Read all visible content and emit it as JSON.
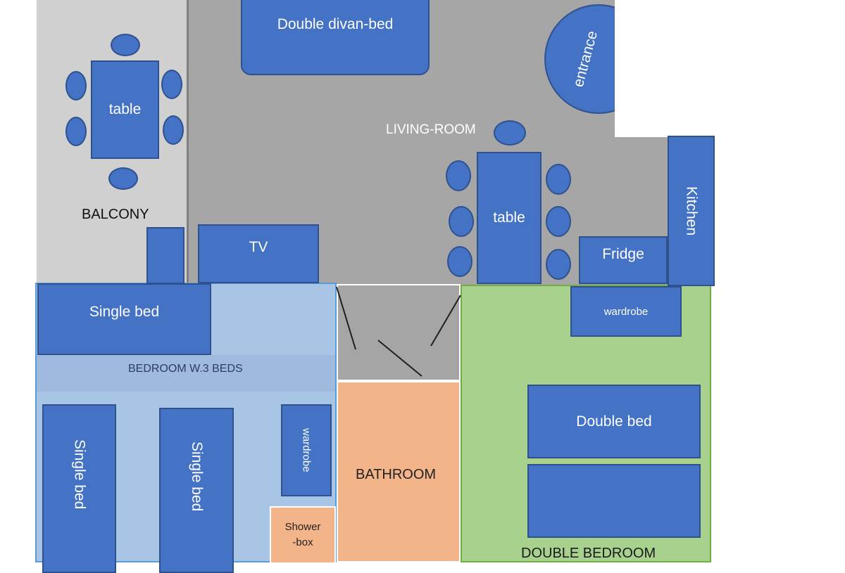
{
  "colors": {
    "living_room": "#a6a6a6",
    "balcony": "#d0d0d0",
    "bedroom_3_beds": "#a9c5e6",
    "bedroom_band": "#9fb9df",
    "bathroom": "#f4b48a",
    "double_bedroom": "#a9d18e",
    "hall": "#a5a5a5",
    "furniture": "#4472c4",
    "furniture_border": "#2f528f"
  },
  "rooms": {
    "living_room": "LIVING-ROOM",
    "balcony": "BALCONY",
    "bedroom_3_beds": "BEDROOM W.3 BEDS",
    "bathroom": "BATHROOM",
    "double_bedroom": "DOUBLE BEDROOM"
  },
  "furniture": {
    "double_divan_bed": "Double divan-bed",
    "entrance": "entrance",
    "balcony_table": "table",
    "living_table": "table",
    "kitchen": "Kitchen",
    "fridge": "Fridge",
    "tv": "TV",
    "single_bed_top": "Single bed",
    "single_bed_left": "Single bed",
    "single_bed_middle": "Single bed",
    "wardrobe_bedroom": "wardrobe",
    "wardrobe_double": "wardrobe",
    "shower_box": "Shower-box",
    "double_bed": "Double bed"
  }
}
